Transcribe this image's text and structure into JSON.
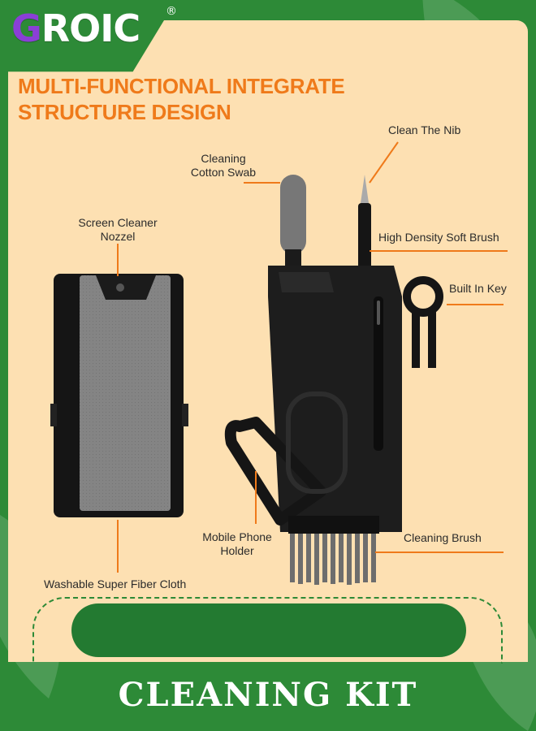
{
  "brand": {
    "name": "GROIC",
    "registered": "®"
  },
  "headline": [
    "MULTI-FUNCTIONAL INTEGRATE",
    "STRUCTURE DESIGN"
  ],
  "labels": {
    "screen_cleaner_nozzel": [
      "Screen Cleaner",
      "Nozzel"
    ],
    "cleaning_cotton_swab": [
      "Cleaning",
      "Cotton Swab"
    ],
    "clean_the_nib": "Clean The Nib",
    "high_density_soft_brush": "High Density Soft Brush",
    "built_in_key": "Built In Key",
    "mobile_phone_holder": [
      "Mobile Phone",
      "Holder"
    ],
    "cleaning_brush": "Cleaning Brush",
    "washable_super_fiber_cloth": "Washable Super Fiber Cloth"
  },
  "title": "CLEANING KIT",
  "colors": {
    "green": "#2d8a37",
    "dark_green": "#237a31",
    "panel": "#fde0b2",
    "orange": "#ef7a1a",
    "brand_purple": "#8a3fd6"
  }
}
